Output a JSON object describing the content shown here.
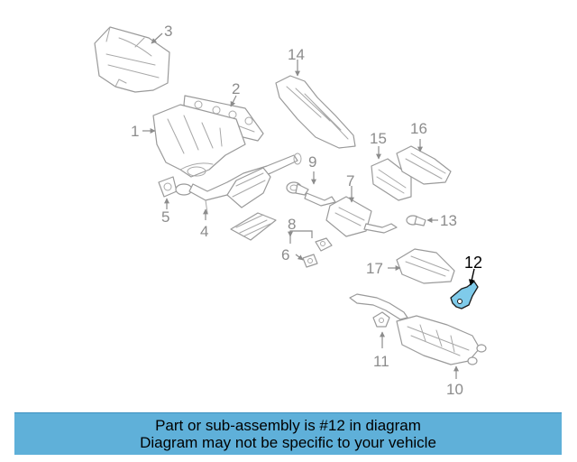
{
  "callouts": {
    "c1": "1",
    "c2": "2",
    "c3": "3",
    "c4": "4",
    "c5": "5",
    "c6": "6",
    "c7": "7",
    "c8": "8",
    "c9": "9",
    "c10": "10",
    "c11": "11",
    "c12": "12",
    "c13": "13",
    "c14": "14",
    "c15": "15",
    "c16": "16",
    "c17": "17"
  },
  "highlighted_part": "12",
  "colors": {
    "highlight_fill": "#7fcbea",
    "caption_bar": "#5fb0d9",
    "line_gray": "#9a9a9a"
  },
  "caption": {
    "line1": "Part or sub-assembly is #12 in diagram",
    "line2": "Diagram may not be specific to your vehicle"
  }
}
